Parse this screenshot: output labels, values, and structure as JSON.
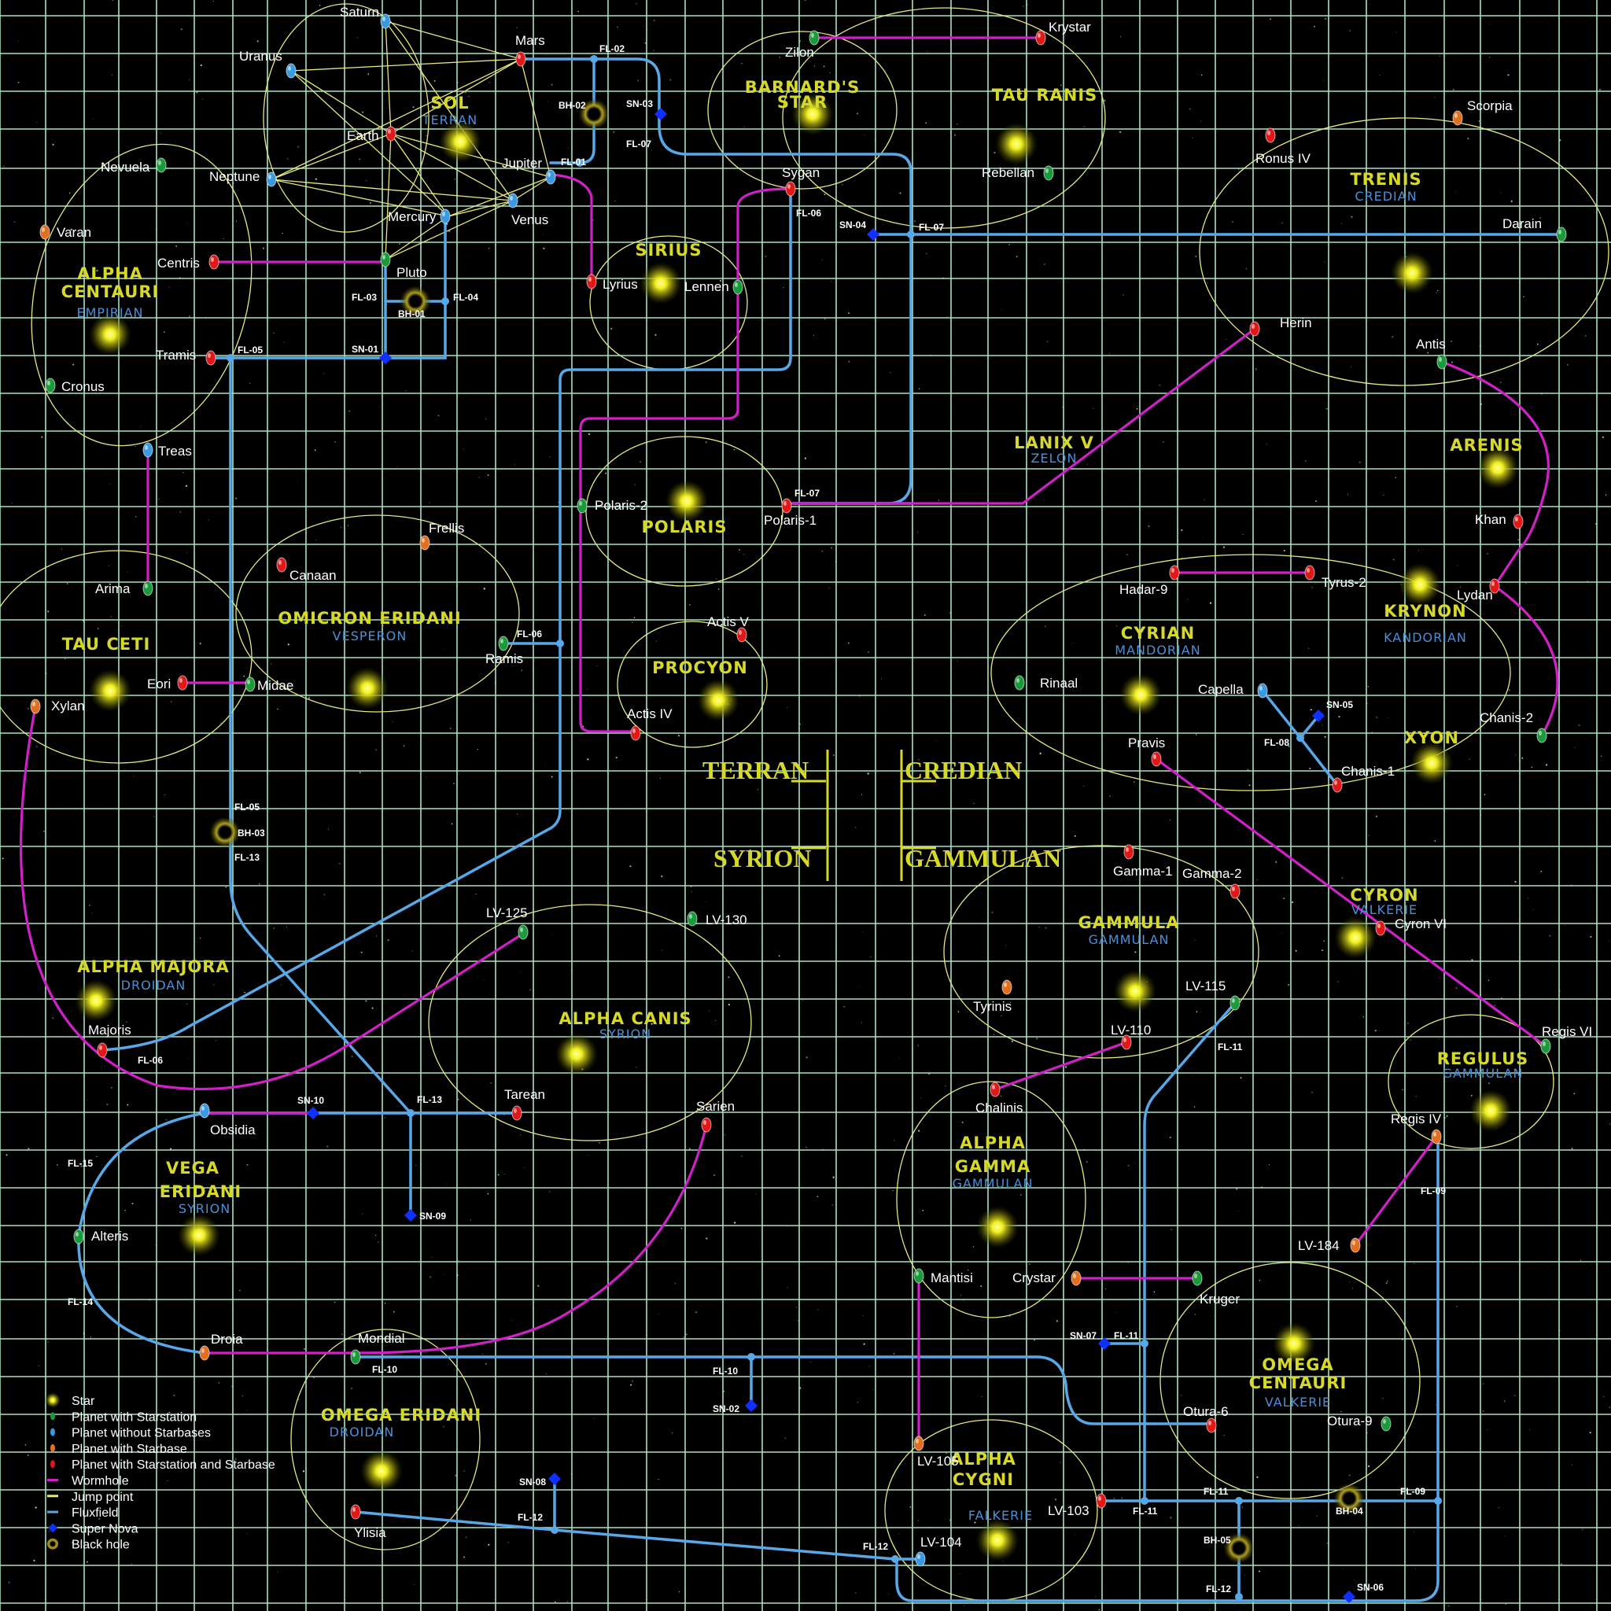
{
  "colors": {
    "background": "#000000",
    "grid": "#a8e4c0",
    "system_title": "#d6d82a",
    "race": "#4a90d9",
    "wormhole": "#d020c8",
    "jump_point": "#e8e880",
    "fluxfield": "#58a8e8",
    "super_nova": "#1030ff",
    "planet_starstation": "#1a9a3a",
    "planet_no_starbase": "#3a9ae0",
    "planet_starbase": "#e07020",
    "planet_both": "#e01818"
  },
  "quadrants": [
    "TERRAN",
    "CREDIAN",
    "SYRION",
    "GAMMULAN"
  ],
  "systems": [
    {
      "name": "SOL",
      "race": "TERRAN"
    },
    {
      "name": "BARNARD'S",
      "name2": "STAR",
      "race": ""
    },
    {
      "name": "TAU RANIS",
      "race": ""
    },
    {
      "name": "TRENIS",
      "race": "CREDIAN"
    },
    {
      "name": "ALPHA",
      "name2": "CENTAURI",
      "race": "EMPIRIAN"
    },
    {
      "name": "SIRIUS",
      "race": ""
    },
    {
      "name": "LANIX V",
      "race": "ZELON"
    },
    {
      "name": "ARENIS",
      "race": ""
    },
    {
      "name": "POLARIS",
      "race": ""
    },
    {
      "name": "OMICRON ERIDANI",
      "race": "VESPERON"
    },
    {
      "name": "TAU CETI",
      "race": ""
    },
    {
      "name": "PROCYON",
      "race": ""
    },
    {
      "name": "CYRIAN",
      "race": "MANDORIAN"
    },
    {
      "name": "KRYNON",
      "race": "KANDORIAN"
    },
    {
      "name": "XYON",
      "race": ""
    },
    {
      "name": "CYRON",
      "race": "VALKERIE"
    },
    {
      "name": "GAMMULA",
      "race": "GAMMULAN"
    },
    {
      "name": "ALPHA MAJORA",
      "race": "DROIDAN"
    },
    {
      "name": "ALPHA CANIS",
      "race": "SYRION"
    },
    {
      "name": "REGULUS",
      "race": "GAMMULAN"
    },
    {
      "name": "VEGA",
      "name2": "ERIDANI",
      "race": "SYRION"
    },
    {
      "name": "ALPHA",
      "name2": "GAMMA",
      "race": "GAMMULAN"
    },
    {
      "name": "OMEGA",
      "name2": "CENTAURI",
      "race": "VALKERIE"
    },
    {
      "name": "OMEGA ERIDANI",
      "race": "DROIDAN"
    },
    {
      "name": "ALPHA",
      "name2": "CYGNI",
      "race": "FALKERIE"
    }
  ],
  "planets": [
    {
      "name": "Saturn",
      "kind": "blue"
    },
    {
      "name": "Uranus",
      "kind": "blue"
    },
    {
      "name": "Mars",
      "kind": "red"
    },
    {
      "name": "Earth",
      "kind": "red"
    },
    {
      "name": "Jupiter",
      "kind": "blue"
    },
    {
      "name": "Neptune",
      "kind": "blue"
    },
    {
      "name": "Mercury",
      "kind": "blue"
    },
    {
      "name": "Venus",
      "kind": "blue"
    },
    {
      "name": "Pluto",
      "kind": "green"
    },
    {
      "name": "Nevuela",
      "kind": "green"
    },
    {
      "name": "Varan",
      "kind": "orange"
    },
    {
      "name": "Centris",
      "kind": "red"
    },
    {
      "name": "Tramis",
      "kind": "red"
    },
    {
      "name": "Cronus",
      "kind": "green"
    },
    {
      "name": "Treas",
      "kind": "blue"
    },
    {
      "name": "Zilon",
      "kind": "green"
    },
    {
      "name": "Krystar",
      "kind": "red"
    },
    {
      "name": "Rebellan",
      "kind": "green"
    },
    {
      "name": "Sygan",
      "kind": "red"
    },
    {
      "name": "Lyrius",
      "kind": "red"
    },
    {
      "name": "Lennen",
      "kind": "green"
    },
    {
      "name": "Ronus IV",
      "kind": "red"
    },
    {
      "name": "Scorpia",
      "kind": "orange"
    },
    {
      "name": "Darain",
      "kind": "green"
    },
    {
      "name": "Herin",
      "kind": "red"
    },
    {
      "name": "Antis",
      "kind": "green"
    },
    {
      "name": "Khan",
      "kind": "red"
    },
    {
      "name": "Polaris-2",
      "kind": "green"
    },
    {
      "name": "Polaris-1",
      "kind": "red"
    },
    {
      "name": "Frellis",
      "kind": "orange"
    },
    {
      "name": "Canaan",
      "kind": "red"
    },
    {
      "name": "Ramis",
      "kind": "green"
    },
    {
      "name": "Arima",
      "kind": "green"
    },
    {
      "name": "Eori",
      "kind": "red"
    },
    {
      "name": "Midae",
      "kind": "green"
    },
    {
      "name": "Xylan",
      "kind": "orange"
    },
    {
      "name": "Actis V",
      "kind": "red"
    },
    {
      "name": "Actis IV",
      "kind": "red"
    },
    {
      "name": "Hadar-9",
      "kind": "red"
    },
    {
      "name": "Tyrus-2",
      "kind": "red"
    },
    {
      "name": "Lydan",
      "kind": "red"
    },
    {
      "name": "Rinaal",
      "kind": "green"
    },
    {
      "name": "Capella",
      "kind": "blue"
    },
    {
      "name": "Pravis",
      "kind": "red"
    },
    {
      "name": "Chanis-1",
      "kind": "red"
    },
    {
      "name": "Chanis-2",
      "kind": "green"
    },
    {
      "name": "Gamma-1",
      "kind": "red"
    },
    {
      "name": "Gamma-2",
      "kind": "red"
    },
    {
      "name": "Cyron VI",
      "kind": "red"
    },
    {
      "name": "Tyrinis",
      "kind": "orange"
    },
    {
      "name": "LV-115",
      "kind": "green"
    },
    {
      "name": "LV-110",
      "kind": "red"
    },
    {
      "name": "Regis VI",
      "kind": "green"
    },
    {
      "name": "LV-125",
      "kind": "green"
    },
    {
      "name": "LV-130",
      "kind": "green"
    },
    {
      "name": "Majoris",
      "kind": "red"
    },
    {
      "name": "Tarean",
      "kind": "red"
    },
    {
      "name": "Sarien",
      "kind": "red"
    },
    {
      "name": "Obsidia",
      "kind": "blue"
    },
    {
      "name": "Chalinis",
      "kind": "red"
    },
    {
      "name": "Regis IV",
      "kind": "orange"
    },
    {
      "name": "Alteris",
      "kind": "green"
    },
    {
      "name": "LV-184",
      "kind": "orange"
    },
    {
      "name": "Mantisi",
      "kind": "green"
    },
    {
      "name": "Crystar",
      "kind": "orange"
    },
    {
      "name": "Kruger",
      "kind": "green"
    },
    {
      "name": "Droia",
      "kind": "orange"
    },
    {
      "name": "Mondial",
      "kind": "green"
    },
    {
      "name": "Otura-6",
      "kind": "red"
    },
    {
      "name": "Otura-9",
      "kind": "green"
    },
    {
      "name": "LV-105",
      "kind": "orange"
    },
    {
      "name": "LV-103",
      "kind": "red"
    },
    {
      "name": "Ylisia",
      "kind": "red"
    },
    {
      "name": "LV-104",
      "kind": "blue"
    }
  ],
  "nodes": [
    "FL-02",
    "BH-02",
    "SN-03",
    "FL-07",
    "FL-01",
    "FL-06",
    "SN-04",
    "FL-07",
    "FL-03",
    "BH-01",
    "FL-04",
    "SN-01",
    "FL-05",
    "FL-07",
    "FL-06",
    "SN-05",
    "FL-08",
    "FL-05",
    "BH-03",
    "FL-13",
    "FL-06",
    "FL-11",
    "SN-10",
    "FL-13",
    "FL-15",
    "SN-09",
    "FL-09",
    "FL-14",
    "SN-07",
    "FL-11",
    "FL-10",
    "SN-02",
    "FL-10",
    "SN-08",
    "FL-12",
    "FL-11",
    "FL-11",
    "FL-09",
    "BH-04",
    "BH-05",
    "FL-12",
    "FL-12",
    "SN-06"
  ],
  "legend": [
    {
      "label": "Star",
      "icon": "star-icon"
    },
    {
      "label": "Planet with Starstation",
      "icon": "green-planet-icon"
    },
    {
      "label": "Planet without Starbases",
      "icon": "blue-planet-icon"
    },
    {
      "label": "Planet with Starbase",
      "icon": "orange-planet-icon"
    },
    {
      "label": "Planet with Starstation and Starbase",
      "icon": "red-planet-icon"
    },
    {
      "label": "Wormhole",
      "icon": "wormhole-line-icon"
    },
    {
      "label": "Jump point",
      "icon": "jump-point-line-icon"
    },
    {
      "label": "Fluxfield",
      "icon": "fluxfield-line-icon"
    },
    {
      "label": "Super Nova",
      "icon": "super-nova-icon"
    },
    {
      "label": "Black hole",
      "icon": "black-hole-icon"
    }
  ]
}
